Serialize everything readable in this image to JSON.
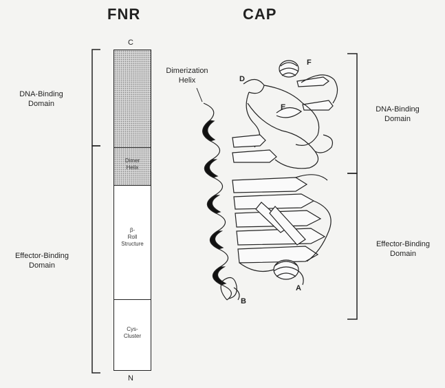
{
  "fnr": {
    "title": "FNR",
    "c_label": "C",
    "n_label": "N",
    "dna_binding_label": [
      "DNA-Binding",
      "Domain"
    ],
    "effector_binding_label": [
      "Effector-Binding",
      "Domain"
    ],
    "segments": {
      "dimer_helix": [
        "Dimer",
        "Helix"
      ],
      "beta_roll": [
        "β-",
        "Roll",
        "Structure"
      ],
      "cys_cluster": [
        "Cys-",
        "Cluster"
      ]
    }
  },
  "cap": {
    "title": "CAP",
    "dimerization_label": [
      "Dimerization",
      "Helix"
    ],
    "dna_binding_label": [
      "DNA-Binding",
      "Domain"
    ],
    "effector_binding_label": [
      "Effector-Binding",
      "Domain"
    ],
    "helix_letters": {
      "a": "A",
      "b": "B",
      "d": "D",
      "e": "E",
      "f": "F"
    }
  },
  "colors": {
    "ink": "#222222",
    "stipple": "#d6d6d6",
    "background": "#f4f4f2"
  }
}
